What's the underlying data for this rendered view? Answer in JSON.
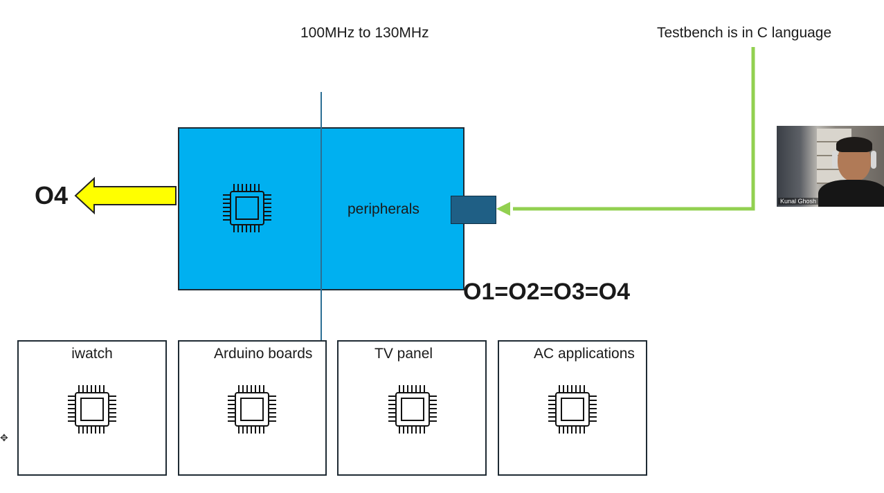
{
  "slide": {
    "frequency_label": "100MHz to 130MHz",
    "testbench_label": "Testbench is in C language",
    "output_label": "O4",
    "equation_label": "O1=O2=O3=O4",
    "main_block": {
      "peripherals_label": "peripherals",
      "fill_color": "#00b0f0",
      "port_color": "#1f5f85"
    },
    "arrow_colors": {
      "output_arrow": "#ffff00",
      "testbench_arrow": "#92d050"
    },
    "devices": [
      {
        "label": "iwatch"
      },
      {
        "label": "Arduino boards"
      },
      {
        "label": "TV panel"
      },
      {
        "label": "AC applications"
      }
    ]
  },
  "video": {
    "participant_name": "Kunal Ghosh"
  }
}
